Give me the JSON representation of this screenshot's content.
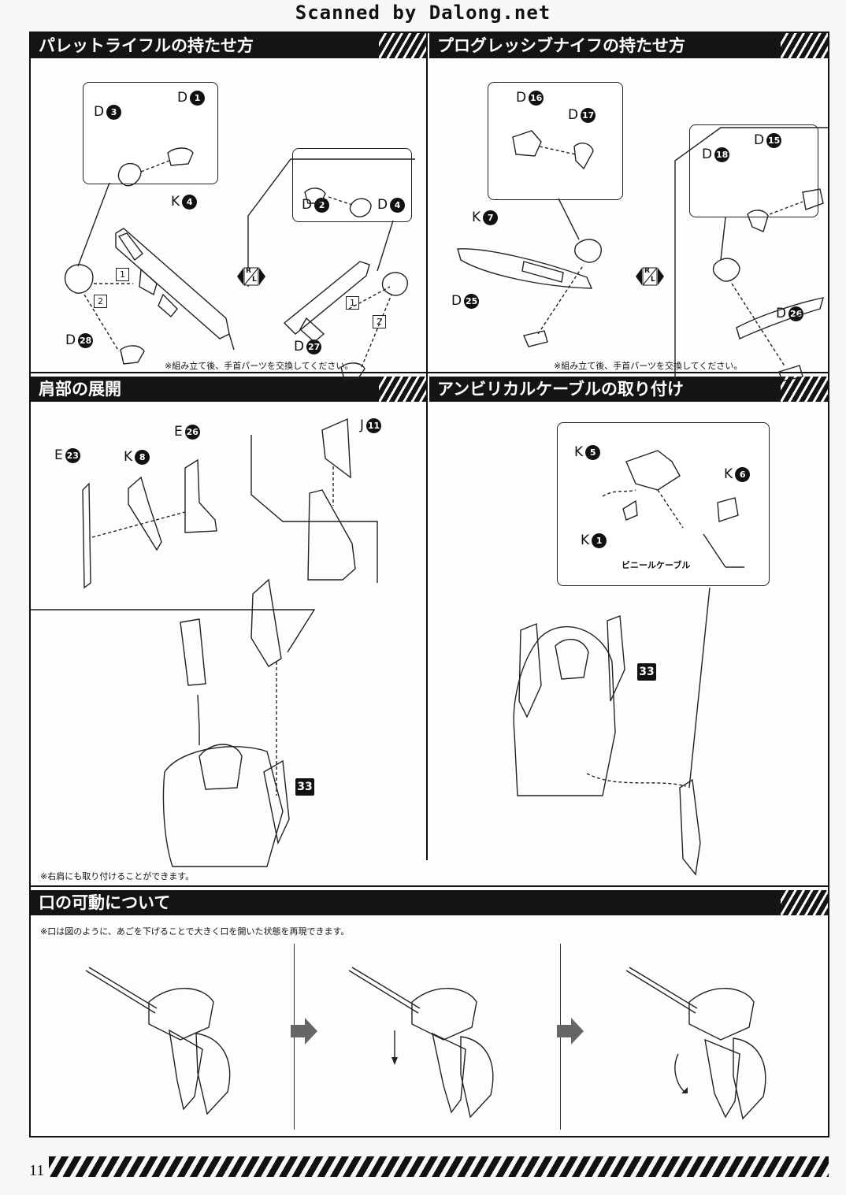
{
  "watermark": "Scanned by Dalong.net",
  "sections": {
    "pallet_rifle": {
      "title": "パレットライフルの持たせ方",
      "note": "※組み立て後、手首パーツを交換してください。"
    },
    "prog_knife": {
      "title": "プログレッシブナイフの持たせ方",
      "note": "※組み立て後、手首パーツを交換してください。"
    },
    "shoulder": {
      "title": "肩部の展開",
      "note": "※右肩にも取り付けることができます。"
    },
    "umbilical": {
      "title": "アンビリカルケーブルの取り付け",
      "cable_label": "ビニールケーブル"
    },
    "mouth": {
      "title": "口の可動について",
      "note": "※口は図のように、あごを下げることで大きく口を開いた状態を再現できます。"
    }
  },
  "labels": {
    "rifle": [
      {
        "letter": "D",
        "num": "3"
      },
      {
        "letter": "D",
        "num": "1"
      },
      {
        "letter": "K",
        "num": "4"
      },
      {
        "letter": "D",
        "num": "2"
      },
      {
        "letter": "D",
        "num": "4"
      },
      {
        "letter": "D",
        "num": "28"
      },
      {
        "letter": "D",
        "num": "27"
      }
    ],
    "knife": [
      {
        "letter": "D",
        "num": "16"
      },
      {
        "letter": "D",
        "num": "17"
      },
      {
        "letter": "K",
        "num": "7"
      },
      {
        "letter": "D",
        "num": "25"
      },
      {
        "letter": "D",
        "num": "18"
      },
      {
        "letter": "D",
        "num": "15"
      },
      {
        "letter": "D",
        "num": "26"
      }
    ],
    "shoulder": [
      {
        "letter": "E",
        "num": "23"
      },
      {
        "letter": "K",
        "num": "8"
      },
      {
        "letter": "E",
        "num": "26"
      },
      {
        "letter": "J",
        "num": "11"
      }
    ],
    "umbilical": [
      {
        "letter": "K",
        "num": "5"
      },
      {
        "letter": "K",
        "num": "6"
      },
      {
        "letter": "K",
        "num": "1"
      }
    ]
  },
  "steps": [
    "1",
    "2"
  ],
  "rl_mark": {
    "r": "R",
    "l": "L"
  },
  "badge": "33",
  "page_number": "11"
}
